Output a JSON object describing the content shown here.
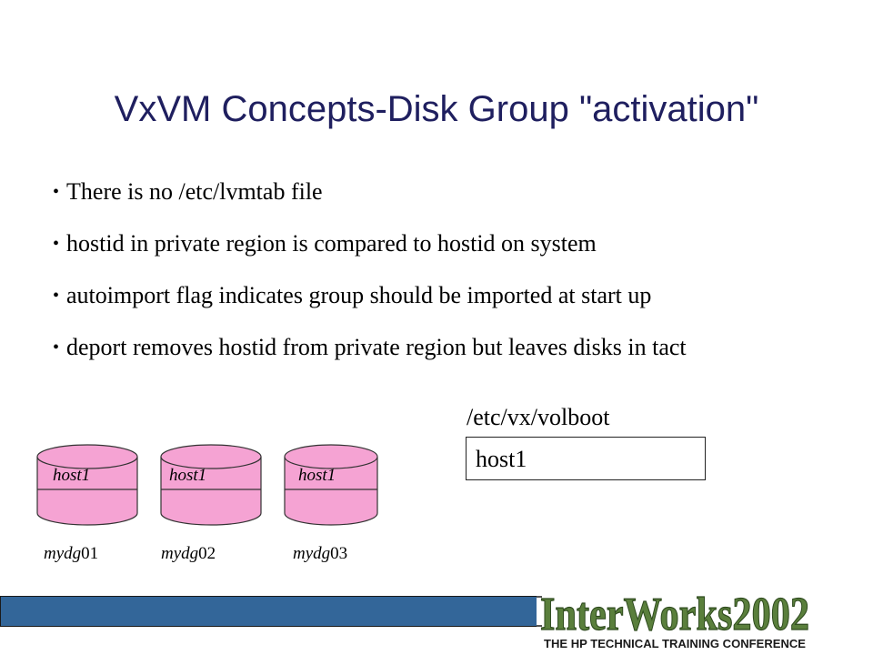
{
  "slide": {
    "title": "VxVM Concepts-Disk Group \"activation\"",
    "bullets": [
      "There is no /etc/lvmtab file",
      "hostid in private region is compared to hostid on system",
      "autoimport flag indicates group should be imported at start up",
      "deport removes hostid from private region but leaves disks in tact"
    ],
    "volboot": {
      "label": "/etc/vx/volboot",
      "value": "host1"
    },
    "disks": [
      {
        "host": "host1",
        "name_prefix": "mydg",
        "name_suffix": "01"
      },
      {
        "host": "host1",
        "name_prefix": "mydg",
        "name_suffix": "02"
      },
      {
        "host": "host1",
        "name_prefix": "mydg",
        "name_suffix": "03"
      }
    ],
    "logo": {
      "brand": "InterWorks2002",
      "tagline": "THE HP TECHNICAL TRAINING CONFERENCE"
    },
    "colors": {
      "title": "#1f1f5f",
      "disk_fill": "#f5a3d3",
      "footer_bar": "#336699",
      "logo_green": "#5a7f3c"
    }
  }
}
